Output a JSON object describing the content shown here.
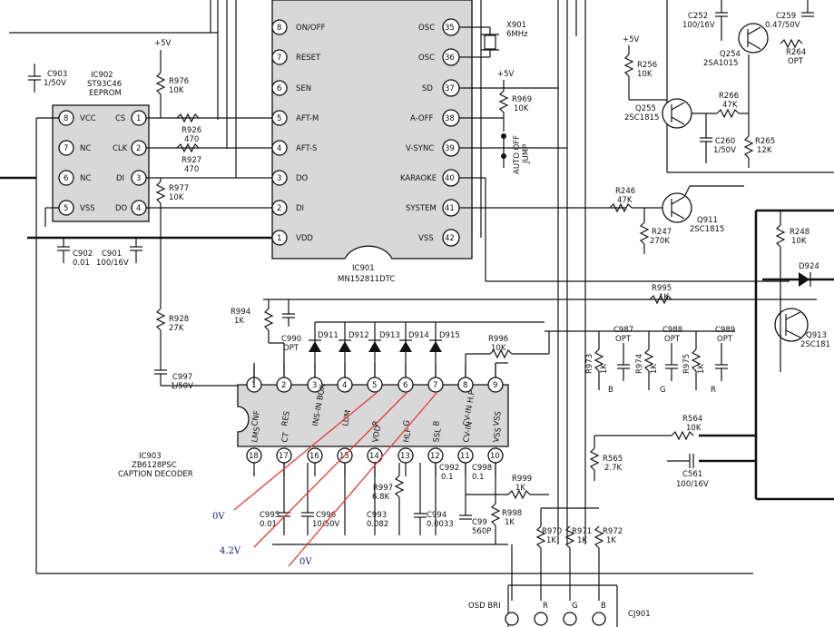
{
  "ic902": {
    "name": "IC902",
    "part": "ST93C46",
    "type": "EEPROM",
    "pins_left": [
      {
        "num": "8",
        "label": "VCC"
      },
      {
        "num": "7",
        "label": "NC"
      },
      {
        "num": "6",
        "label": "NC"
      },
      {
        "num": "5",
        "label": "VSS"
      }
    ],
    "pins_right": [
      {
        "num": "1",
        "label": "CS"
      },
      {
        "num": "2",
        "label": "CLK"
      },
      {
        "num": "3",
        "label": "DI"
      },
      {
        "num": "4",
        "label": "DO"
      }
    ]
  },
  "ic901": {
    "name": "IC901",
    "part": "MN152811DTC",
    "pins_left": [
      {
        "num": "8",
        "label": "ON/OFF"
      },
      {
        "num": "7",
        "label": "RESET"
      },
      {
        "num": "6",
        "label": "SEN"
      },
      {
        "num": "5",
        "label": "AFT-M"
      },
      {
        "num": "4",
        "label": "AFT-S"
      },
      {
        "num": "3",
        "label": "DO"
      },
      {
        "num": "2",
        "label": "DI"
      },
      {
        "num": "1",
        "label": "VDD"
      }
    ],
    "pins_right": [
      {
        "num": "35",
        "label": "OSC"
      },
      {
        "num": "36",
        "label": "OSC"
      },
      {
        "num": "37",
        "label": "SD"
      },
      {
        "num": "38",
        "label": "A-OFF"
      },
      {
        "num": "39",
        "label": "V-SYNC"
      },
      {
        "num": "40",
        "label": "KARAOKE"
      },
      {
        "num": "41",
        "label": "SYSTEM"
      },
      {
        "num": "42",
        "label": "VSS"
      }
    ]
  },
  "ic903": {
    "name": "IC903",
    "part": "ZB6128PSC",
    "type": "CAPTION DECODER",
    "pins_top": [
      {
        "num": "1",
        "label": "CNF"
      },
      {
        "num": "2",
        "label": "RES"
      },
      {
        "num": "3",
        "label": "INS-IN BOX"
      },
      {
        "num": "4",
        "label": "LUM"
      },
      {
        "num": "5",
        "label": "R"
      },
      {
        "num": "6",
        "label": "G"
      },
      {
        "num": "7",
        "label": "B"
      },
      {
        "num": "8",
        "label": "CV-IN H.P"
      },
      {
        "num": "9",
        "label": "VSS"
      }
    ],
    "pins_bottom": [
      {
        "num": "18",
        "label": "LMS"
      },
      {
        "num": "17",
        "label": "CT"
      },
      {
        "num": "16",
        "label": ""
      },
      {
        "num": "15",
        "label": ""
      },
      {
        "num": "14",
        "label": "VDD"
      },
      {
        "num": "13",
        "label": "HLF"
      },
      {
        "num": "12",
        "label": "SSL"
      },
      {
        "num": "11",
        "label": "CV-IN"
      },
      {
        "num": "10",
        "label": "VSS"
      }
    ]
  },
  "rails": {
    "plus5v": "+5V"
  },
  "crystal": {
    "name": "X901",
    "freq": "6MHz"
  },
  "jumper": {
    "label1": "AUTO OFF",
    "label2": "JUMP"
  },
  "resistors": {
    "r976": {
      "name": "R976",
      "value": "10K"
    },
    "r926": {
      "name": "R926",
      "value": "470"
    },
    "r927": {
      "name": "R927",
      "value": "470"
    },
    "r977": {
      "name": "R977",
      "value": "10K"
    },
    "r928": {
      "name": "R928",
      "value": "27K"
    },
    "r994": {
      "name": "R994",
      "value": "1K"
    },
    "r969": {
      "name": "R969",
      "value": "10K"
    },
    "r256": {
      "name": "R256",
      "value": "10K"
    },
    "r266": {
      "name": "R266",
      "value": "47K"
    },
    "r265": {
      "name": "R265",
      "value": "12K"
    },
    "r264": {
      "name": "R264",
      "value": "OPT"
    },
    "r246": {
      "name": "R246",
      "value": "47K"
    },
    "r247": {
      "name": "R247",
      "value": "270K"
    },
    "r995": {
      "name": "R995",
      "value": "1K"
    },
    "r248": {
      "name": "R248",
      "value": "10K"
    },
    "r996": {
      "name": "R996",
      "value": "10K"
    },
    "r973": {
      "name": "R973",
      "value": "1K"
    },
    "r974": {
      "name": "R974",
      "value": "1K"
    },
    "r975": {
      "name": "R975",
      "value": "1K"
    },
    "r564": {
      "name": "R564",
      "value": "10K"
    },
    "r565": {
      "name": "R565",
      "value": "2.7K"
    },
    "r997": {
      "name": "R997",
      "value": "6.8K"
    },
    "r998": {
      "name": "R998",
      "value": "1K"
    },
    "r999": {
      "name": "R999",
      "value": "1K"
    },
    "r970": {
      "name": "R970",
      "value": "1K"
    },
    "r971": {
      "name": "R971",
      "value": "1K"
    },
    "r972": {
      "name": "R972",
      "value": "1K"
    }
  },
  "capacitors": {
    "c903": {
      "name": "C903",
      "value": "1/50V"
    },
    "c902": {
      "name": "C902",
      "value": "0.01"
    },
    "c901": {
      "name": "C901",
      "value": "100/16V"
    },
    "c997": {
      "name": "C997",
      "value": "1/50V"
    },
    "c990": {
      "name": "C990",
      "value": "OPT"
    },
    "c252": {
      "name": "C252",
      "value": "100/16V"
    },
    "c259": {
      "name": "C259",
      "value": "0.47/50V"
    },
    "c260": {
      "name": "C260",
      "value": "1/50V"
    },
    "c987": {
      "name": "C987",
      "value": "OPT"
    },
    "c988": {
      "name": "C988",
      "value": "OPT"
    },
    "c989": {
      "name": "C989",
      "value": "OPT"
    },
    "c561": {
      "name": "C561",
      "value": "100/16V"
    },
    "c992": {
      "name": "C992",
      "value": "0.1"
    },
    "c998": {
      "name": "C998",
      "value": "0.1"
    },
    "c993": {
      "name": "C993",
      "value": "0.082"
    },
    "c994": {
      "name": "C994",
      "value": "0.0033"
    },
    "c995": {
      "name": "C995",
      "value": "0.01"
    },
    "c996": {
      "name": "C996",
      "value": "10/50V"
    },
    "c999": {
      "name": "C99",
      "value": "560P"
    }
  },
  "transistors": {
    "q254": {
      "name": "Q254",
      "part": "2SA1015"
    },
    "q255": {
      "name": "Q255",
      "part": "2SC1815"
    },
    "q911": {
      "name": "Q911",
      "part": "2SC1815"
    },
    "q913": {
      "name": "Q913",
      "part": "2SC181"
    }
  },
  "diodes": [
    "D911",
    "D912",
    "D913",
    "D914",
    "D915"
  ],
  "diode_d924": "D924",
  "rgb_labels": {
    "b": "B",
    "g": "G",
    "r": "R"
  },
  "connector": {
    "name": "CJ901",
    "label": "OSD BRI",
    "pins": [
      "R",
      "G",
      "B"
    ]
  },
  "annotations": {
    "v1": "0V",
    "v2": "4.2V",
    "v3": "0V"
  },
  "colors": {
    "annotation_line": "#e53935",
    "annotation_text": "#1a237e",
    "ic_fill": "#d8d8d8"
  }
}
